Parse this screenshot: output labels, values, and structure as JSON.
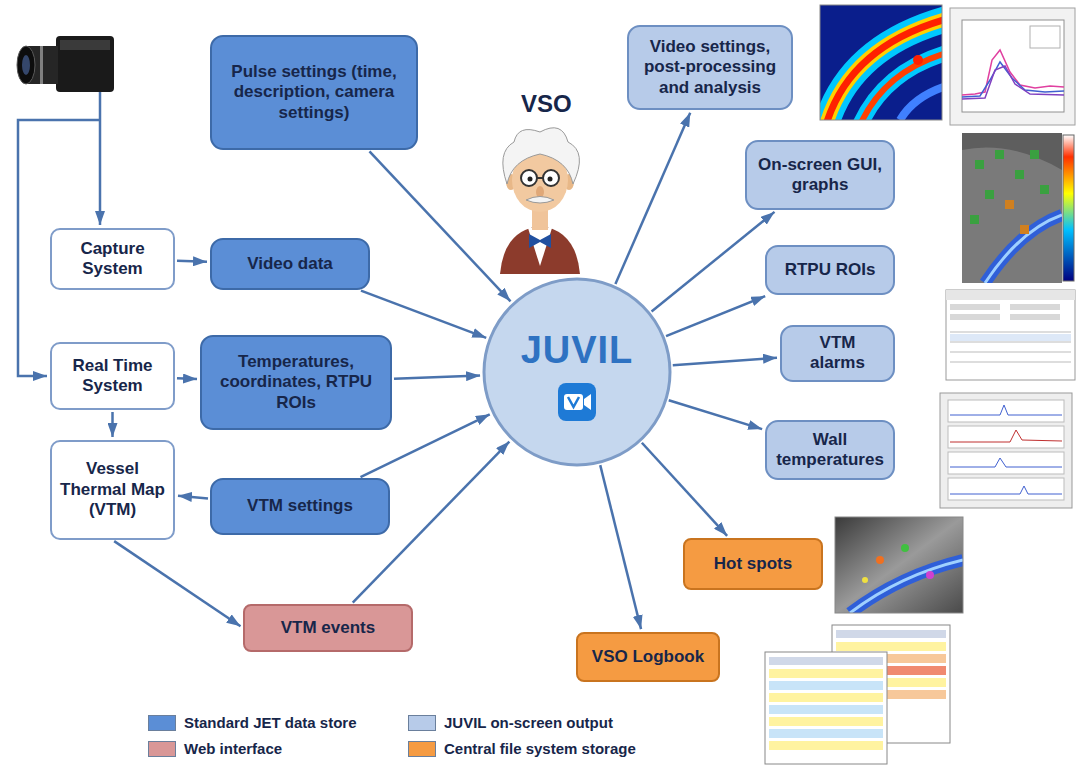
{
  "diagram": {
    "nodes": [
      {
        "text": [
          "Capture System"
        ]
      },
      {
        "text": [
          "Real Time System"
        ]
      },
      {
        "text": [
          "Vessel Thermal Map (VTM)"
        ]
      },
      {
        "text": [
          "Pulse settings (time, description, camera settings)"
        ]
      },
      {
        "text": [
          "Video data"
        ]
      },
      {
        "text": [
          "Temperatures, coordinates, RTPU ROIs"
        ]
      },
      {
        "text": [
          "VTM settings"
        ]
      },
      {
        "text": [
          "VTM events"
        ]
      },
      {
        "text": [
          "JUVIL"
        ]
      },
      {
        "text": [
          "Video settings, post-processing and analysis"
        ]
      },
      {
        "text": [
          "On-screen GUI, graphs"
        ]
      },
      {
        "text": [
          "RTPU ROIs"
        ]
      },
      {
        "text": [
          "VTM alarms"
        ]
      },
      {
        "text": [
          "Wall temperatures"
        ]
      },
      {
        "text": [
          "Hot spots"
        ]
      },
      {
        "text": [
          "VSO Logbook"
        ]
      }
    ],
    "edges": [
      {
        "from": 0,
        "to": 4,
        "arrow": "to"
      },
      {
        "from": 1,
        "to": 5,
        "arrow": "to"
      },
      {
        "from": 1,
        "to": 2,
        "arrow": "to"
      },
      {
        "from": 6,
        "to": 2,
        "arrow": "to"
      },
      {
        "from": 2,
        "to": 7,
        "arrow": "to"
      },
      {
        "from": 3,
        "to": 8,
        "arrow": "to"
      },
      {
        "from": 4,
        "to": 8,
        "arrow": "to"
      },
      {
        "from": 5,
        "to": 8,
        "arrow": "to"
      },
      {
        "from": 6,
        "to": 8,
        "arrow": "to"
      },
      {
        "from": 7,
        "to": 8,
        "arrow": "to"
      },
      {
        "from": 8,
        "to": 9,
        "arrow": "to"
      },
      {
        "from": 8,
        "to": 10,
        "arrow": "to"
      },
      {
        "from": 8,
        "to": 11,
        "arrow": "to"
      },
      {
        "from": 8,
        "to": 12,
        "arrow": "to"
      },
      {
        "from": 8,
        "to": 13,
        "arrow": "to"
      },
      {
        "from": 8,
        "to": 14,
        "arrow": "to"
      },
      {
        "from": 8,
        "to": 15,
        "arrow": "to"
      }
    ],
    "labels": [
      "VSO"
    ],
    "legend": [
      {
        "text": "Standard JET data store",
        "color": "#5b8ed6"
      },
      {
        "text": "JUVIL on-screen output",
        "color": "#b7cbe9"
      },
      {
        "text": "Web interface",
        "color": "#d99797"
      },
      {
        "text": "Central file system storage",
        "color": "#f59b42"
      }
    ]
  }
}
